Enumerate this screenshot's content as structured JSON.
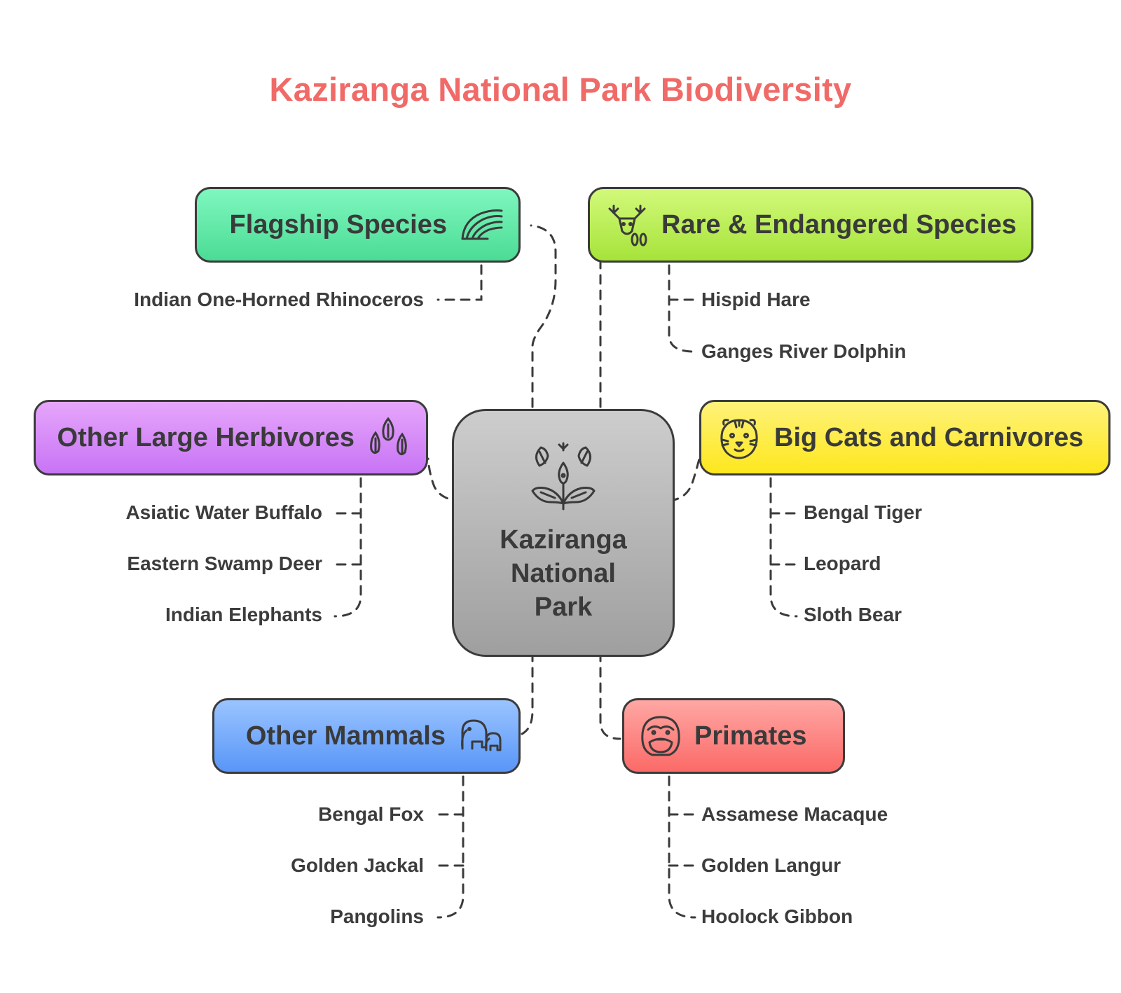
{
  "title": "Kaziranga National Park Biodiversity",
  "center": {
    "label": "Kaziranga\nNational\nPark",
    "icon": "plant-icon"
  },
  "categories": [
    {
      "id": "flagship",
      "label": "Flagship Species",
      "icon": "rhino-horn-icon",
      "color": "#5ce8a5",
      "items": [
        "Indian One-Horned Rhinoceros"
      ]
    },
    {
      "id": "rare",
      "label": "Rare & Endangered Species",
      "icon": "deer-icon",
      "color": "#b7ec4d",
      "items": [
        "Hispid Hare",
        "Ganges River Dolphin"
      ]
    },
    {
      "id": "herbivores",
      "label": "Other Large Herbivores",
      "icon": "leaves-icon",
      "color": "#d68af7",
      "items": [
        "Asiatic Water Buffalo",
        "Eastern Swamp Deer",
        "Indian Elephants"
      ]
    },
    {
      "id": "carnivores",
      "label": "Big Cats and Carnivores",
      "icon": "tiger-icon",
      "color": "#fdeb3a",
      "items": [
        "Bengal Tiger",
        "Leopard",
        "Sloth Bear"
      ]
    },
    {
      "id": "mammals",
      "label": "Other Mammals",
      "icon": "elephant-icon",
      "color": "#72a9fa",
      "items": [
        "Bengal Fox",
        "Golden Jackal",
        "Pangolins"
      ]
    },
    {
      "id": "primates",
      "label": "Primates",
      "icon": "gorilla-icon",
      "color": "#fc8380",
      "items": [
        "Assamese Macaque",
        "Golden Langur",
        "Hoolock Gibbon"
      ]
    }
  ]
}
